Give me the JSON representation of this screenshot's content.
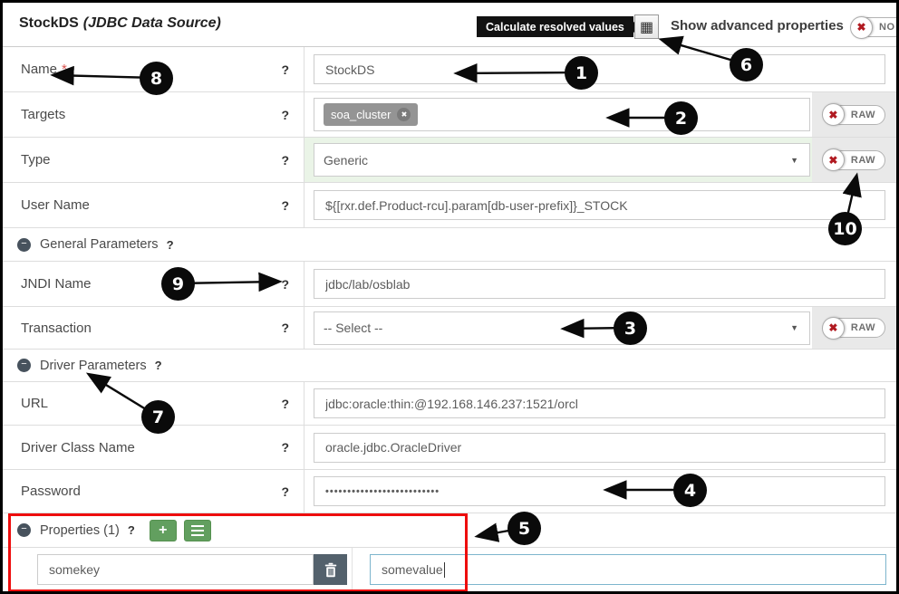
{
  "app": {
    "title": "StockDS",
    "subtitle": "(JDBC Data Source)"
  },
  "toolbar": {
    "calculate_button": "Calculate resolved values",
    "advanced_label": "Show advanced properties",
    "toggle_state": "NO"
  },
  "ui": {
    "help": "?",
    "raw": "RAW",
    "x": "✖",
    "caret": "▼",
    "minus": "−",
    "plus": "+",
    "calculator": "▦",
    "tag_remove": "✖"
  },
  "colors": {
    "accent_green_button": "#629f5f",
    "row_highlight_green": "#eaf4e7",
    "toggle_x_red": "#b11a21",
    "annotation_red": "#ee0d0d",
    "tag_gray": "#949494",
    "trash_slate": "#53616c",
    "tooltip_black": "#121212"
  },
  "fields": {
    "name": {
      "label": "Name",
      "required": "*",
      "value": "StockDS"
    },
    "targets": {
      "label": "Targets",
      "tag": "soa_cluster"
    },
    "type": {
      "label": "Type",
      "value": "Generic"
    },
    "user_name": {
      "label": "User Name",
      "value": "${[rxr.def.Product-rcu].param[db-user-prefix]}_STOCK"
    },
    "jndi": {
      "label": "JNDI Name",
      "value": "jdbc/lab/osblab"
    },
    "transaction": {
      "label": "Transaction",
      "value": "-- Select --"
    },
    "url": {
      "label": "URL",
      "value": "jdbc:oracle:thin:@192.168.146.237:1521/orcl"
    },
    "driver_class": {
      "label": "Driver Class Name",
      "value": "oracle.jdbc.OracleDriver"
    },
    "password": {
      "label": "Password",
      "value": "••••••••••••••••••••••••••"
    }
  },
  "sections": {
    "general": "General Parameters",
    "driver": "Driver Parameters",
    "properties": "Properties (1)"
  },
  "properties_row": {
    "key": "somekey",
    "value": "somevalue"
  },
  "annotations": {
    "a1": "1",
    "a2": "2",
    "a3": "3",
    "a4": "4",
    "a5": "5",
    "a6": "6",
    "a7": "7",
    "a8": "8",
    "a9": "9",
    "a10": "10"
  }
}
